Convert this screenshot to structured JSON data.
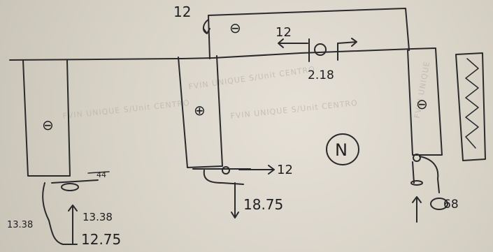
{
  "diagram": {
    "labels": {
      "top_arrow_value": "12",
      "top_link_arrow_value": "12",
      "top_link_node_value": "2.18",
      "mid_arrow_value": "12",
      "mid_value": "18.75",
      "left_value": "12.75",
      "left_scribble": "13.38",
      "left_scribble_small": "44",
      "right_value": "68",
      "north_symbol": "N"
    },
    "signs": {
      "left_member": "⊖",
      "mid_member": "⊕",
      "top_link": "⊖",
      "right_member": "⊖"
    },
    "ink_color": "#2a2a2c",
    "paper_color": "#d9d4c8"
  }
}
